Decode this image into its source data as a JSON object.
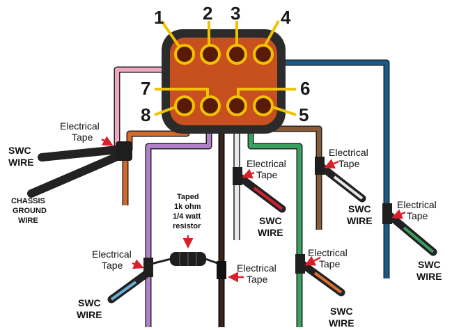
{
  "connector": {
    "pins": [
      "1",
      "2",
      "3",
      "4",
      "5",
      "6",
      "7",
      "8"
    ]
  },
  "labels": {
    "electrical_tape": "Electrical Tape",
    "electrical_tape_line1": "Electrical",
    "electrical_tape_line2": "Tape",
    "swc_wire_line1": "SWC",
    "swc_wire_line2": "WIRE",
    "chassis_line1": "CHASSIS",
    "chassis_line2": "GROUND",
    "chassis_line3": "WIRE",
    "resistor_line1": "Taped",
    "resistor_line2": "1k ohm",
    "resistor_line3": "1/4 watt",
    "resistor_line4": "resistor"
  },
  "colors": {
    "connector_body": "#c8501e",
    "connector_border": "#2b2b2b",
    "pin_ring": "#f2c200",
    "pin_hole": "#5a1a08",
    "leader_line": "#f2c200",
    "arrow": "#d8202a",
    "tape": "#1e1e1e",
    "wire_pink": "#f0a6c0",
    "wire_black": "#222222",
    "wire_green": "#3aa060",
    "wire_blue": "#1a5a8a",
    "wire_brown": "#8a5a38",
    "wire_white": "#e8e8e8",
    "wire_orange": "#d46a2a",
    "wire_violet": "#8a4aa8",
    "stripe_red": "#d82030",
    "stripe_lightblue": "#6ab0d8",
    "stripe_green": "#3aa060",
    "stripe_orange": "#e07030",
    "stripe_white": "#e8e8e8"
  }
}
